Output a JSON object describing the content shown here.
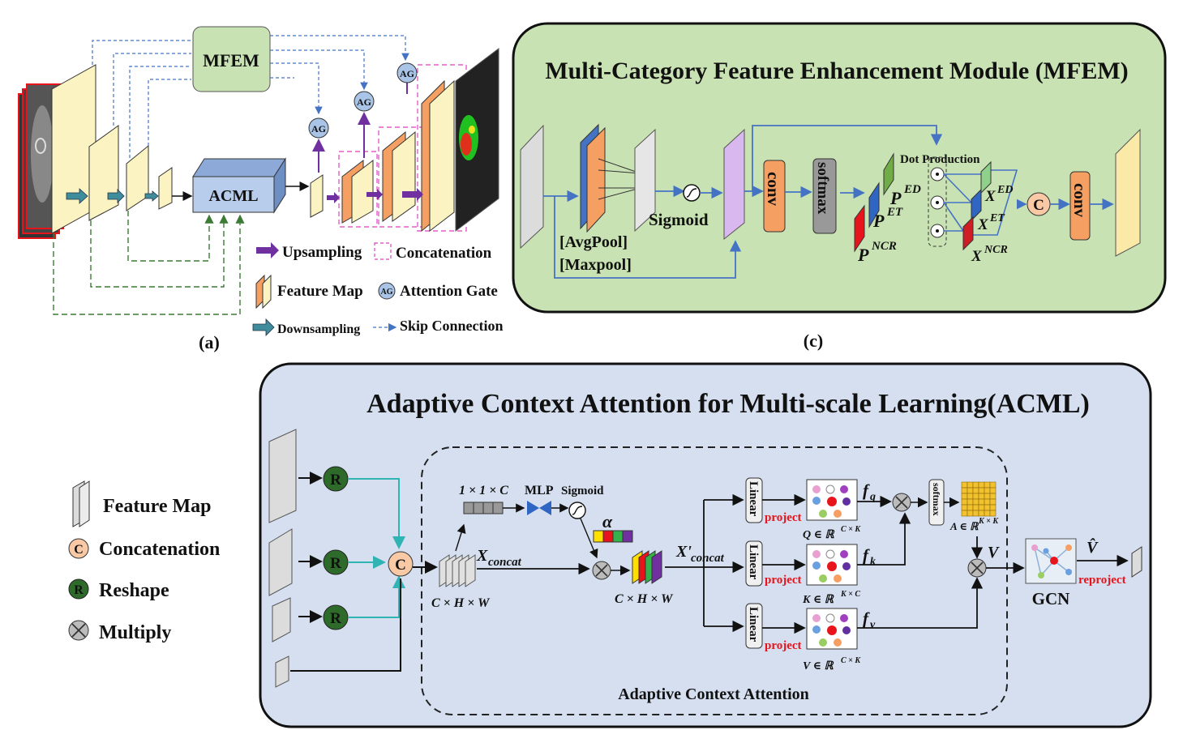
{
  "panel_a": {
    "mfem_label": "MFEM",
    "acml_label": "ACML",
    "ag_label": "AG",
    "caption": "(a)",
    "legend": {
      "upsampling": "Upsampling",
      "concatenation": "Concatenation",
      "feature_map": "Feature Map",
      "attention_gate": "Attention Gate",
      "downsampling": "Downsampling",
      "skip_connection": "Skip Connection"
    }
  },
  "panel_c": {
    "title": "Multi-Category Feature Enhancement Module (MFEM)",
    "caption": "(c)",
    "avgpool": "[AvgPool]",
    "maxpool": "[Maxpool]",
    "sigmoid": "Sigmoid",
    "conv": "conv",
    "softmax": "softmax",
    "dot_production": "Dot Production",
    "p_ed": {
      "base": "P",
      "sup": "ED"
    },
    "p_et": {
      "base": "P",
      "sup": "ET"
    },
    "p_ncr": {
      "base": "P",
      "sup": "NCR"
    },
    "x_ed": {
      "base": "X",
      "sup": "ED"
    },
    "x_et": {
      "base": "X",
      "sup": "ET"
    },
    "x_ncr": {
      "base": "X",
      "sup": "NCR"
    },
    "concat_symbol": "C"
  },
  "panel_b": {
    "title": "Adaptive Context Attention for Multi-scale Learning(ACML)",
    "inner_label": "Adaptive Context Attention",
    "reshape_symbol": "R",
    "concat_symbol": "C",
    "x_concat": {
      "base": "X",
      "sub": "concat"
    },
    "x_concat_prime": {
      "base": "X'",
      "sub": "concat"
    },
    "chw": "C × H × W",
    "one_one_c": "1 × 1 × C",
    "mlp": "MLP",
    "sigmoid": "Sigmoid",
    "alpha": "α",
    "linear": "Linear",
    "project": "project",
    "q_dim": {
      "base": "Q ∈ ℝ",
      "sup": "C × K"
    },
    "k_dim": {
      "base": "K ∈ ℝ",
      "sup": "K × C"
    },
    "v_dim": {
      "base": "V ∈ ℝ",
      "sup": "C × K"
    },
    "a_dim": {
      "base": "A ∈ ℝ",
      "sup": "K × K"
    },
    "fq": {
      "base": "f",
      "sub": "q"
    },
    "fk": {
      "base": "f",
      "sub": "k"
    },
    "fv": {
      "base": "f",
      "sub": "v"
    },
    "softmax": "softmax",
    "v": "V",
    "v_hat": "V̂",
    "reproject": "reproject",
    "gcn": "GCN"
  },
  "legend_b": {
    "feature_map": "Feature Map",
    "concatenation": "Concatenation",
    "reshape": "Reshape",
    "multiply": "Multiply",
    "c_symbol": "C",
    "r_symbol": "R"
  },
  "colors": {
    "mfem_bg": "#c9e2b3",
    "acml_bg": "#d5dff0",
    "feature_yellow": "#fbf3c2",
    "orange": "#f5a062",
    "arrow_blue": "#4573c4",
    "teal": "#2fb3b3",
    "green_r": "#2e6b2a",
    "pink_dash": "#e45ec9",
    "red": "#e8141b",
    "purple": "#7030a0"
  }
}
